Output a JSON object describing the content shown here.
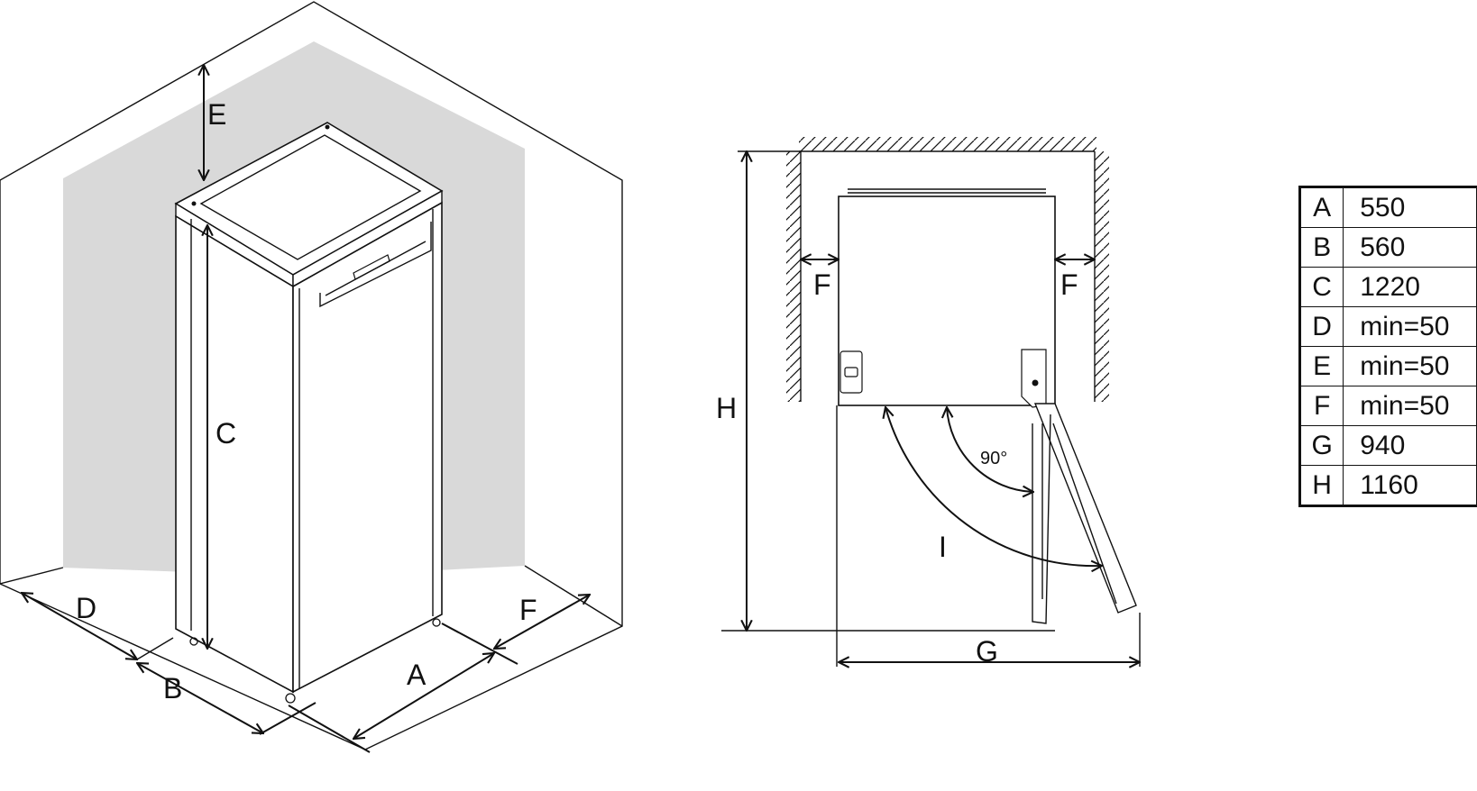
{
  "iso_view": {
    "labels": {
      "A": "A",
      "B": "B",
      "C": "C",
      "D": "D",
      "E": "E",
      "F": "F"
    }
  },
  "top_view": {
    "labels": {
      "F_left": "F",
      "F_right": "F",
      "H": "H",
      "G": "G",
      "I": "I",
      "angle": "90°"
    }
  },
  "spec_table": {
    "rows": [
      {
        "key": "A",
        "value": "550"
      },
      {
        "key": "B",
        "value": "560"
      },
      {
        "key": "C",
        "value": "1220"
      },
      {
        "key": "D",
        "value": "min=50"
      },
      {
        "key": "E",
        "value": "min=50"
      },
      {
        "key": "F",
        "value": "min=50"
      },
      {
        "key": "G",
        "value": "940"
      },
      {
        "key": "H",
        "value": "1160"
      }
    ]
  },
  "colors": {
    "shade": "#d9d9d9",
    "line": "#111111"
  }
}
